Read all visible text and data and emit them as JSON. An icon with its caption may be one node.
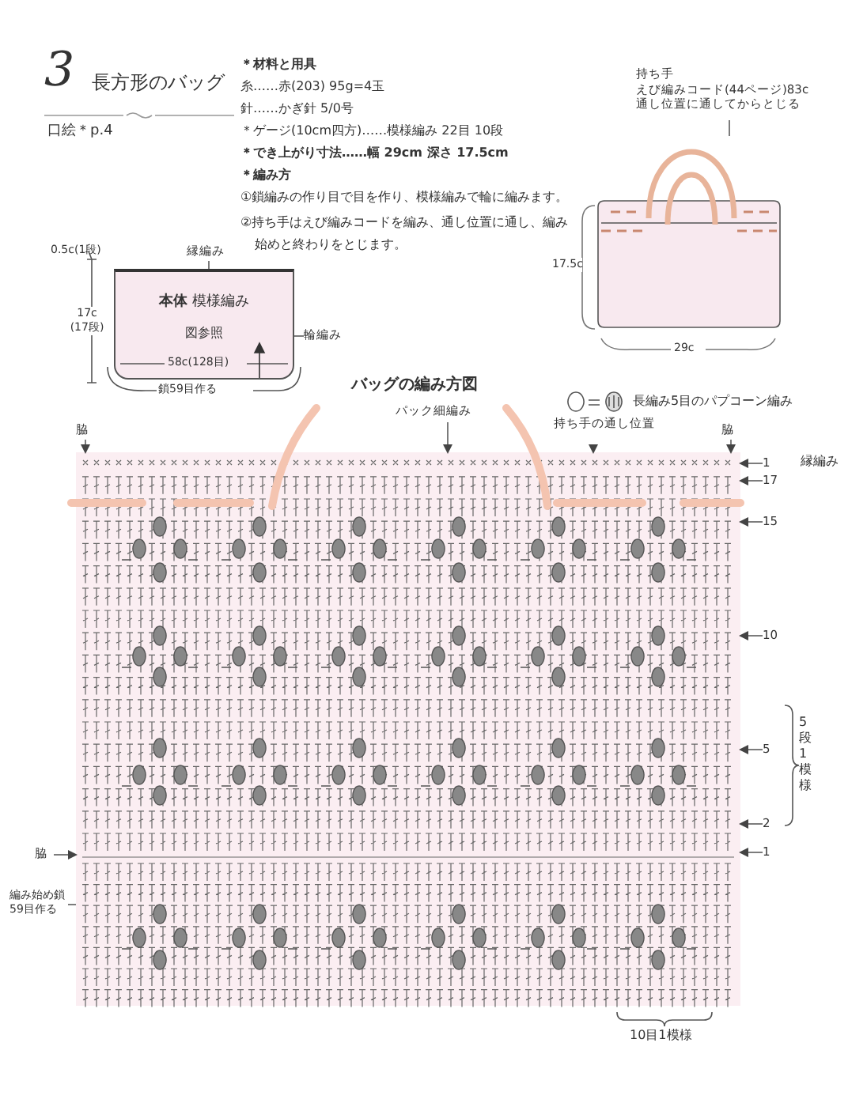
{
  "diagram": {
    "title": "長方形のバッグ",
    "nodes": [
      {
        "text": [
          "**本体** 模様編み",
          "図参照"
        ],
        "beside": [
          "鎖59目作る"
        ]
      },
      {
        "text": [
          "縁編み"
        ]
      },
      {
        "text": [
          "輪編み"
        ]
      },
      {
        "text": [
          "持ち手",
          "えび編みコード(44ページ)83c 通し位置に通してからとじる"
        ]
      },
      {
        "text": [],
        "shape": "picture"
      },
      {
        "text": [],
        "shape": "picture"
      },
      {
        "text": [
          "脇"
        ]
      },
      {
        "text": [
          "パック細編み"
        ]
      },
      {
        "text": [
          "持ち手の通し位置"
        ]
      },
      {
        "text": [
          "脇"
        ]
      },
      {
        "text": [
          "1"
        ]
      },
      {
        "text": [
          "17"
        ]
      },
      {
        "text": [
          "15"
        ]
      },
      {
        "text": [
          "10"
        ]
      },
      {
        "text": [
          "5"
        ]
      },
      {
        "text": [
          "2"
        ]
      },
      {
        "text": [
          "1"
        ]
      },
      {
        "text": [
          "脇"
        ]
      },
      {
        "text": [
          "編み始め鎖59目作る"
        ]
      }
    ],
    "edges": [
      {
        "from": 1,
        "to": 0,
        "arrow": "none"
      },
      {
        "from": 2,
        "to": 0,
        "arrow": "none"
      },
      {
        "from": 3,
        "to": 4,
        "arrow": "none"
      },
      {
        "from": 6,
        "to": 5,
        "arrow": "to"
      },
      {
        "from": 7,
        "to": 5,
        "arrow": "to"
      },
      {
        "from": 8,
        "to": 5,
        "arrow": "to"
      },
      {
        "from": 9,
        "to": 5,
        "arrow": "to"
      },
      {
        "from": 10,
        "to": 5,
        "arrow": "to"
      },
      {
        "from": 11,
        "to": 5,
        "arrow": "to"
      },
      {
        "from": 12,
        "to": 5,
        "arrow": "to"
      },
      {
        "from": 13,
        "to": 5,
        "arrow": "to"
      },
      {
        "from": 14,
        "to": 5,
        "arrow": "to"
      },
      {
        "from": 15,
        "to": 5,
        "arrow": "to"
      },
      {
        "from": 16,
        "to": 5,
        "arrow": "to"
      },
      {
        "from": 17,
        "to": 5,
        "arrow": "to"
      },
      {
        "from": 18,
        "to": 5,
        "arrow": "none"
      }
    ],
    "labels": [
      "3",
      "口絵＊p.4",
      "＊材料と用具",
      "糸……赤(203) 95g=4玉",
      "針……かぎ針 5/0号",
      "＊ゲージ(10cm四方)……模様編み 22目 10段",
      "＊でき上がり寸法……幅 29cm 深さ 17.5cm",
      "＊編み方",
      "①鎖編みの作り目で目を作り、模様編みで輪に編みます。",
      "②持ち手はえび編みコードを編み、通し位置に通し、編み始めと終わりをとじます。",
      "0.5c(1段)",
      "17c (17段)",
      "58c(128目)",
      "17.5c",
      "29c",
      "バッグの編み方図",
      "縁編み",
      "5段1模様",
      "10目1模様"
    ],
    "legend": [
      {
        "text": "長編み5目のパプコーン編み"
      }
    ]
  }
}
